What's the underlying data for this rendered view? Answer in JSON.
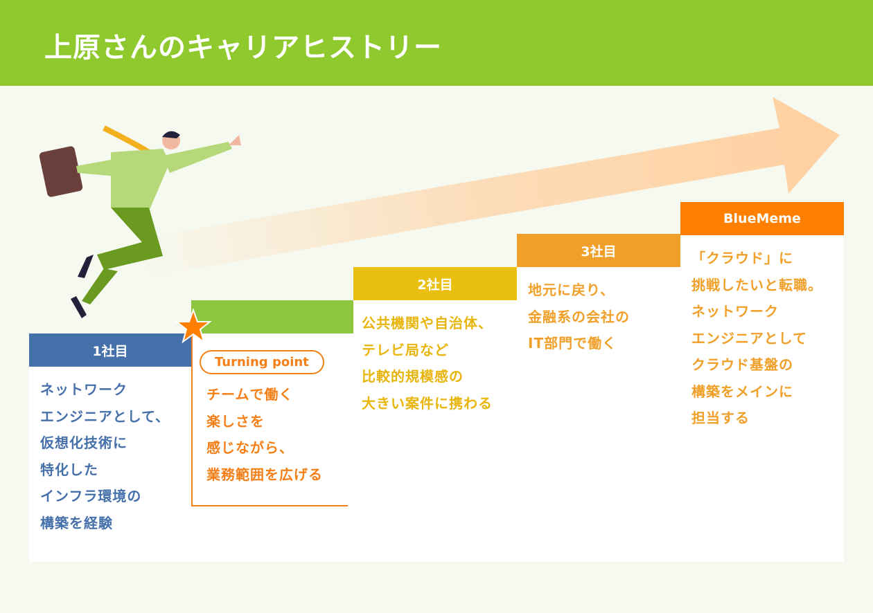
{
  "header": {
    "title": "上原さんのキャリアヒストリー"
  },
  "colors": {
    "title_bar": "#8fc92e",
    "company1": "#4570aa",
    "turning": "#8dc63f",
    "company2": "#e9c00f",
    "company3": "#f0a028",
    "bluememe": "#ff8000",
    "arrow": "#ffd0a0"
  },
  "steps": [
    {
      "label": "1社目",
      "lines": [
        "ネットワーク",
        "エンジニアとして、",
        "仮想化技術に",
        "特化した",
        "インフラ環境の",
        "構築を経験"
      ]
    },
    {
      "label": "",
      "badge": "Turning point",
      "lines": [
        "チームで働く",
        "楽しさを",
        "感じながら、",
        "業務範囲を広げる"
      ]
    },
    {
      "label": "2社目",
      "lines": [
        "公共機関や自治体、",
        "テレビ局など",
        "比較的規模感の",
        "大きい案件に携わる"
      ]
    },
    {
      "label": "3社目",
      "lines": [
        "地元に戻り、",
        "金融系の会社の",
        "IT部門で働く"
      ]
    },
    {
      "label": "BlueMeme",
      "lines": [
        "「クラウド」に",
        "挑戦したいと転職。",
        "ネットワーク",
        "エンジニアとして",
        "クラウド基盤の",
        "構築をメインに",
        "担当する"
      ]
    }
  ]
}
